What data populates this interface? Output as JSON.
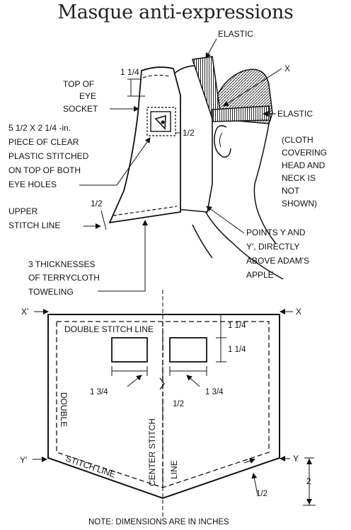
{
  "title": "Masque anti-expressions",
  "head": {
    "elastic_top": "ELASTIC",
    "x_mark": "X",
    "dim_1_1_4": "1 1/4",
    "top_eye_1": "TOP OF",
    "top_eye_2": "EYE",
    "top_eye_3": "SOCKET",
    "plastic_1": "5 1/2 X 2 1/4 -in.",
    "plastic_2": "PIECE OF CLEAR",
    "plastic_3": "PLASTIC STITCHED",
    "plastic_4": "ON TOP OF BOTH",
    "plastic_5": "EYE HOLES",
    "dim_half_eye": "1/2",
    "elastic_side": "ELASTIC",
    "cloth_1": "(CLOTH",
    "cloth_2": "COVERING",
    "cloth_3": "HEAD AND",
    "cloth_4": "NECK IS",
    "cloth_5": "NOT",
    "cloth_6": "SHOWN)",
    "upper_1": "UPPER",
    "upper_2": "STITCH LINE",
    "dim_half_upper": "1/2",
    "points_1": "POINTS Y AND",
    "points_2": "Y', DIRECTLY",
    "points_3": "ABOVE ADAM'S",
    "points_4": "APPLE",
    "terry_1": "3 THICKNESSES",
    "terry_2": "OF TERRYCLOTH",
    "terry_3": "TOWELING"
  },
  "pattern": {
    "x_left": "X'",
    "x_right": "X",
    "y_left": "Y'",
    "y_right": "Y",
    "double_stitch_line": "DOUBLE STITCH LINE",
    "dim_top_1": "1 1/4",
    "dim_top_2": "1 1/4",
    "dim_left_eye": "1 3/4",
    "dim_center": "1/2",
    "dim_right_eye": "1 3/4",
    "side_double": "DOUBLE",
    "stitch_line_bottom": "STITCH LINE",
    "center_stitch": "CENTER STITCH",
    "center_line": "LINE",
    "dim_bottom_half": "1/2",
    "dim_two": "2",
    "note": "NOTE:  DIMENSIONS ARE IN INCHES"
  }
}
